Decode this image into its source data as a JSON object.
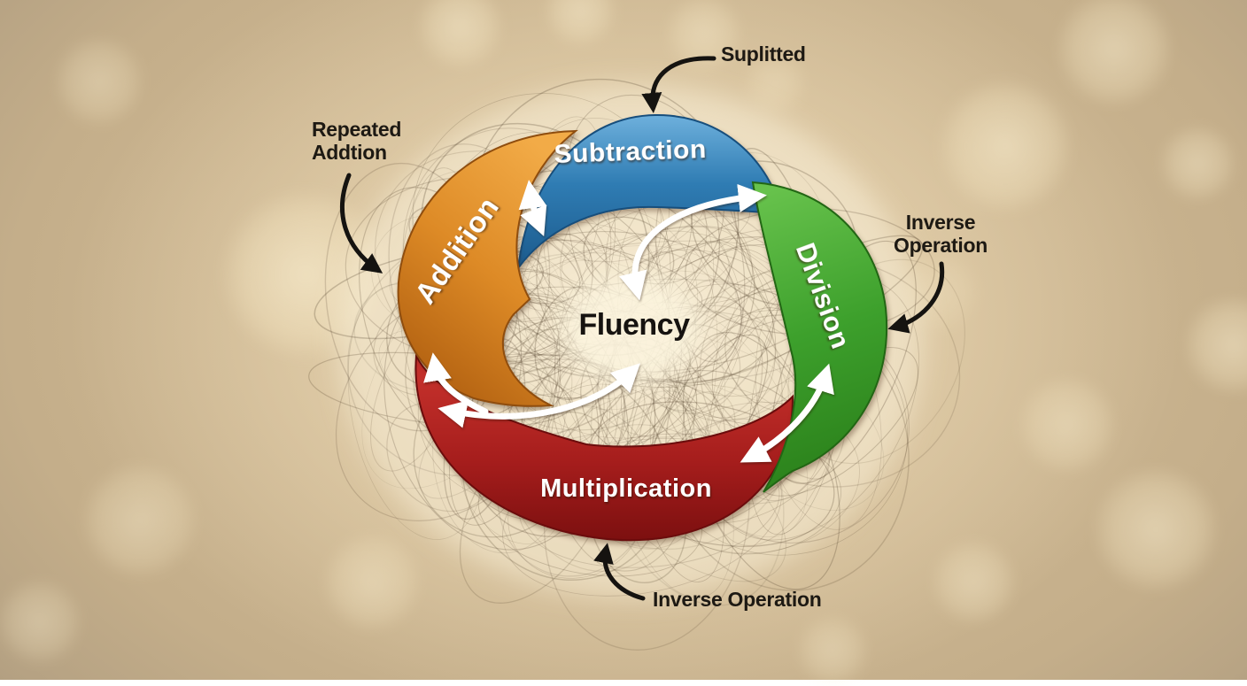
{
  "diagram": {
    "center": {
      "label": "Fluency"
    },
    "arcs": [
      {
        "name": "subtraction",
        "label": "Subtraction",
        "color": "#2f7cb3"
      },
      {
        "name": "addition",
        "label": "Addition",
        "color": "#dd8a26"
      },
      {
        "name": "division",
        "label": "Division",
        "color": "#3da02c"
      },
      {
        "name": "multiplication",
        "label": "Multiplication",
        "color": "#a51d1c"
      }
    ],
    "annotations": {
      "top": {
        "text": "Suplitted"
      },
      "left": {
        "line1": "Repeated",
        "line2": "Addtion"
      },
      "right": {
        "line1": "Inverse",
        "line2": "Operation"
      },
      "bottom": {
        "text": "Inverse Operation"
      }
    },
    "colors": {
      "background_tan": "#c4ae8a",
      "center_glow": "#f8eed6",
      "scribble": "#493723",
      "annotation_text": "#1d1913",
      "relation_arrows": "#ffffff",
      "callout_arrows": "#151310"
    }
  }
}
